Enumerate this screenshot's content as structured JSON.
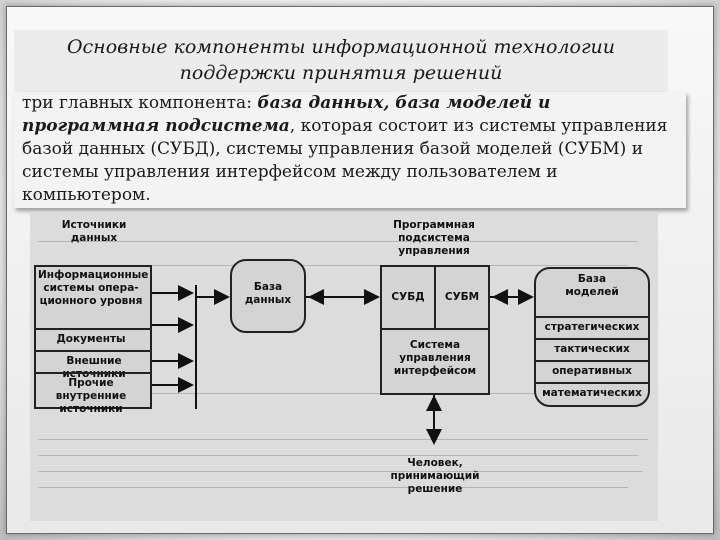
{
  "slide": {
    "title": "Основные компоненты информационной технологии поддержки принятия решений",
    "text_before": "три главных компонента: ",
    "text_bold": "база данных, база моделей и программная подсистема",
    "text_after": ", которая состоит из системы управления базой данных (СУБД), системы управления базой моделей (СУБМ) и системы управления интерфейсом между пользователем и компьютером."
  },
  "diagram": {
    "sources_header": "Источники данных",
    "sources": [
      "Информационные системы опера-ционного уровня",
      "Документы",
      "Внешние источники",
      "Прочие внутренние источники"
    ],
    "database": "База данных",
    "subsystem_header": "Программная подсистема управления",
    "dbms": "СУБД",
    "mbms": "СУБМ",
    "interface": "Система управления интерфейсом",
    "model_base_header": "База моделей",
    "models": [
      "стратегических",
      "тактических",
      "оперативных",
      "математических"
    ],
    "person": "Человек, принимающий решение"
  }
}
